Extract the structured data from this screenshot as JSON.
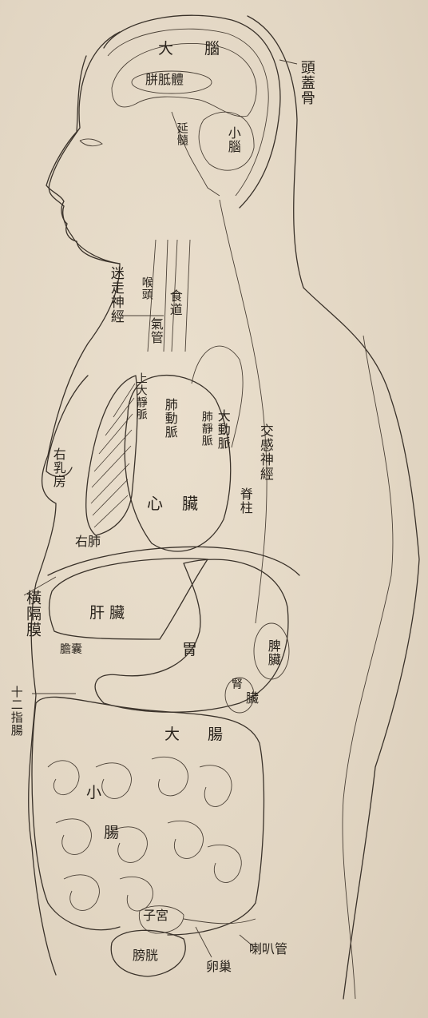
{
  "labels": {
    "cerebrum": "大　腦",
    "corpus_callosum": "胼胝體",
    "medulla": "延髓",
    "cerebellum": "小腦",
    "skull": "頭蓋骨",
    "vagus_nerve": "迷走神經",
    "pharynx": "喉頭",
    "esophagus": "食道",
    "trachea": "氣管",
    "superior_vena_cava": "上大靜脈",
    "pulmonary_artery": "肺動脈",
    "pulmonary_vein": "肺靜脈",
    "aorta": "大動脈",
    "sympathetic_nerve": "交感神經",
    "spine": "脊柱",
    "right_breast": "右乳房",
    "heart_1": "心",
    "heart_2": "臟",
    "right_lung": "右肺",
    "diaphragm": "橫隔膜",
    "liver": "肝臟",
    "gallbladder": "膽囊",
    "stomach": "胃",
    "spleen": "脾臟",
    "kidney_1": "腎",
    "kidney_2": "臟",
    "duodenum": "十二指腸",
    "large_intestine": "大　腸",
    "small_intestine_1": "小",
    "small_intestine_2": "腸",
    "uterus": "子宮",
    "fallopian_tube": "喇叭管",
    "bladder": "膀胱",
    "ovary": "卵巢"
  }
}
